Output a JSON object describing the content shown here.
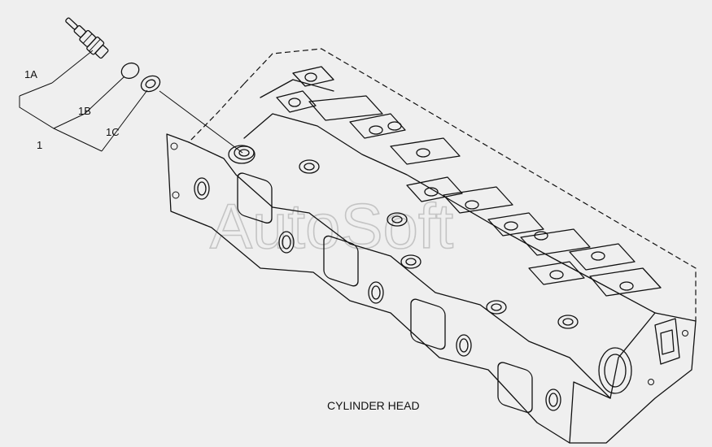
{
  "callouts": {
    "label_1": "1",
    "label_1a": "1A",
    "label_1b": "1B",
    "label_1c": "1C"
  },
  "caption": "CYLINDER HEAD",
  "watermark": "AutoSoft",
  "colors": {
    "background": "#efefef",
    "line": "#111111",
    "watermark": "#c4c4c4"
  }
}
